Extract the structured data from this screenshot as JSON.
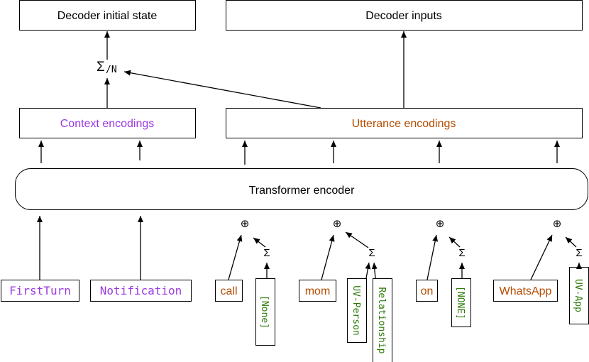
{
  "colors": {
    "context": "#9b3ae0",
    "utterance": "#b54c00",
    "uv": "#2d7a0a",
    "text": "#000000"
  },
  "boxes": {
    "decoder_initial_state": "Decoder initial state",
    "decoder_inputs": "Decoder inputs",
    "context_encodings": "Context encodings",
    "utterance_encodings": "Utterance encodings",
    "transformer_encoder": "Transformer encoder"
  },
  "aggregator": {
    "sigma": "Σ",
    "divisor": "/N"
  },
  "operators": {
    "add": "⊕",
    "sum": "Σ"
  },
  "context_tokens": [
    "FirstTurn",
    "Notification"
  ],
  "utterance_tokens": [
    {
      "word": "call",
      "uv": [
        "[None]"
      ]
    },
    {
      "word": "mom",
      "uv": [
        "UV-Person",
        "Relationship"
      ]
    },
    {
      "word": "on",
      "uv": [
        "[NONE]"
      ]
    },
    {
      "word": "WhatsApp",
      "uv": [
        "UV-App"
      ]
    }
  ]
}
